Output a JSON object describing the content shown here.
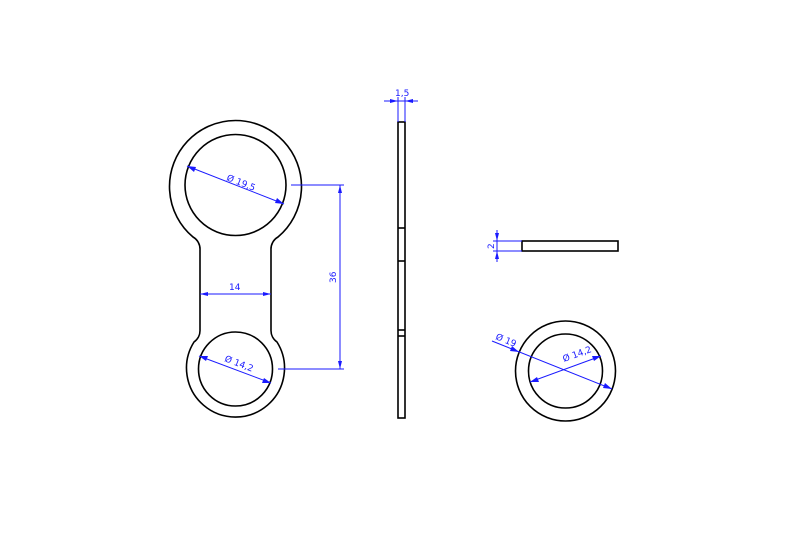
{
  "colors": {
    "part_stroke": "#000000",
    "dimension": "#1a1aff",
    "background": "#ffffff"
  },
  "views": {
    "front_view": {
      "large_hole_diameter": "Ø 19,5",
      "small_hole_diameter": "Ø 14,2",
      "neck_width": "14",
      "center_distance": "36"
    },
    "side_view": {
      "thickness": "1,5"
    },
    "washer_side_view": {
      "thickness": "2"
    },
    "washer_top_view": {
      "outer_diameter": "Ø 19",
      "inner_diameter": "Ø 14,2"
    }
  }
}
